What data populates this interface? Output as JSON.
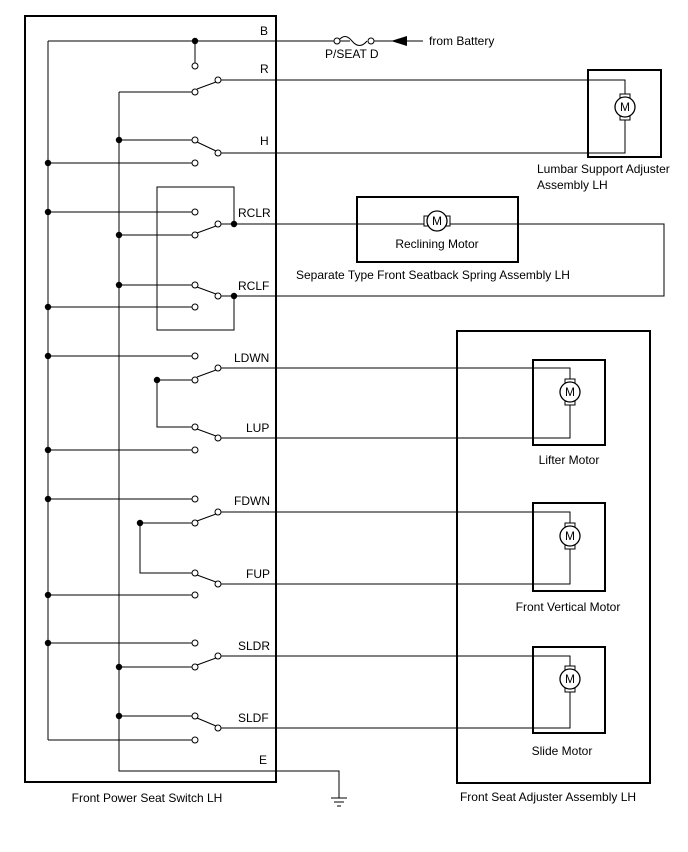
{
  "title": "",
  "labels": {
    "fuse": "P/SEAT D",
    "battery": "from Battery",
    "switch_assembly": "Front Power Seat Switch LH",
    "adjuster_assembly": "Front Seat Adjuster Assembly LH",
    "lumbar": "Lumbar Support Adjuster",
    "lumbar_2": "Assembly LH",
    "reclining_motor": "Reclining Motor",
    "seatback_assembly": "Separate Type Front Seatback Spring Assembly LH",
    "lifter_motor": "Lifter Motor",
    "vertical_motor": "Front Vertical Motor",
    "slide_motor": "Slide Motor",
    "motor_symbol": "M"
  },
  "terminals": {
    "b": "B",
    "r": "R",
    "h": "H",
    "rclr": "RCLR",
    "rclf": "RCLF",
    "ldwn": "LDWN",
    "lup": "LUP",
    "fdwn": "FDWN",
    "fup": "FUP",
    "sldr": "SLDR",
    "sldf": "SLDF",
    "e": "E"
  },
  "colors": {
    "line": "#000000",
    "background": "#ffffff"
  }
}
